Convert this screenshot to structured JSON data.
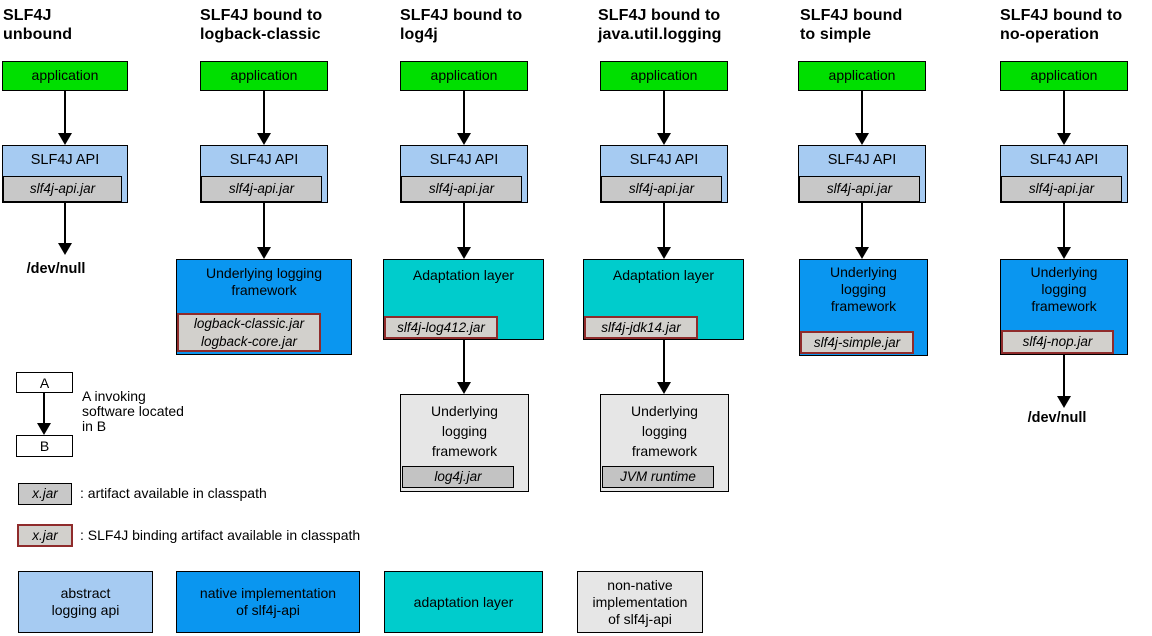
{
  "colors": {
    "application_green": "#00DF00",
    "api_light_blue": "#A6CBF2",
    "native_blue": "#0A96F0",
    "adaptation_teal": "#00CCCC",
    "jar_gray": "#C8C8C8",
    "binding_jar_gray": "#D2D0CC",
    "framework_light_gray": "#E6E6E6",
    "framework_jar_gray": "#C3C3C3",
    "binding_border_red": "#8F2B2B"
  },
  "columns": [
    {
      "title": "SLF4J\nunbound",
      "app": "application",
      "api": "SLF4J API",
      "api_jar": "slf4j-api.jar",
      "devnull": "/dev/null"
    },
    {
      "title": "SLF4J bound to\nlogback-classic",
      "app": "application",
      "api": "SLF4J API",
      "api_jar": "slf4j-api.jar",
      "framework": "Underlying logging\nframework",
      "framework_jar": "logback-classic.jar\nlogback-core.jar"
    },
    {
      "title": "SLF4J bound to\nlog4j",
      "app": "application",
      "api": "SLF4J API",
      "api_jar": "slf4j-api.jar",
      "adaptation": "Adaptation layer",
      "adaptation_jar": "slf4j-log412.jar",
      "framework": "Underlying\nlogging\nframework",
      "framework_jar": "log4j.jar"
    },
    {
      "title": "SLF4J bound to\njava.util.logging",
      "app": "application",
      "api": "SLF4J API",
      "api_jar": "slf4j-api.jar",
      "adaptation": "Adaptation layer",
      "adaptation_jar": "slf4j-jdk14.jar",
      "framework": "Underlying\nlogging\nframework",
      "framework_jar": "JVM runtime"
    },
    {
      "title": "SLF4J bound\nto simple",
      "app": "application",
      "api": "SLF4J API",
      "api_jar": "slf4j-api.jar",
      "framework": "Underlying\nlogging\nframework",
      "framework_jar": "slf4j-simple.jar"
    },
    {
      "title": "SLF4J bound to\nno-operation",
      "app": "application",
      "api": "SLF4J API",
      "api_jar": "slf4j-api.jar",
      "framework": "Underlying\nlogging\nframework",
      "framework_jar": "slf4j-nop.jar",
      "devnull": "/dev/null"
    }
  ],
  "legend": {
    "a_label": "A",
    "b_label": "B",
    "invoke_text": "A invoking\nsoftware located\nin B",
    "xjar_label": "x.jar",
    "artifact_text": ": artifact available in classpath",
    "xjar_binding_label": "x.jar",
    "binding_text": ": SLF4J binding artifact available in classpath",
    "swatches": [
      {
        "label": "abstract\nlogging api"
      },
      {
        "label": "native implementation\nof slf4j-api"
      },
      {
        "label": "adaptation layer"
      },
      {
        "label": "non-native\nimplementation\nof slf4j-api"
      }
    ]
  }
}
